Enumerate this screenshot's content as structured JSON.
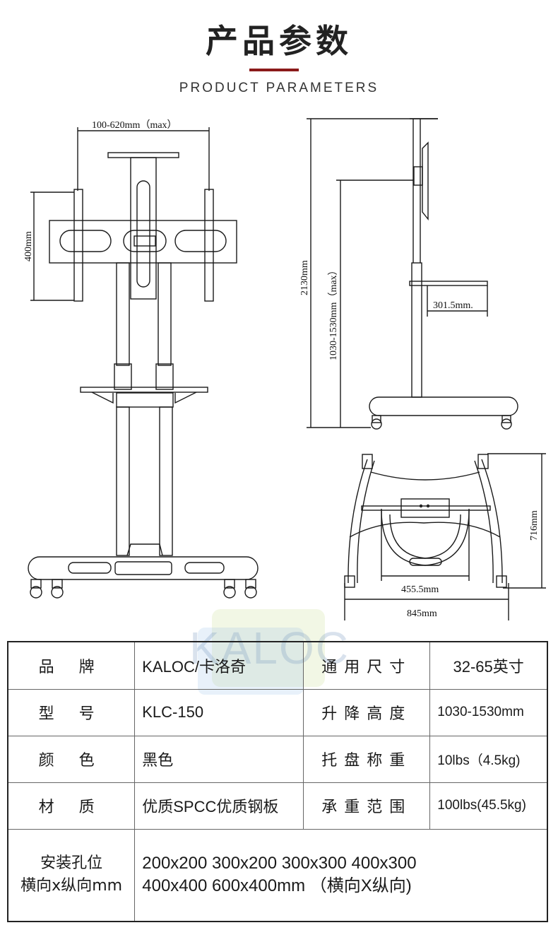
{
  "header": {
    "title": "产品参数",
    "subtitle": "PRODUCT PARAMETERS"
  },
  "drawing": {
    "front_width_dim": "100-620mm（max）",
    "front_height_dim": "400mm",
    "side_total_height": "2130mm",
    "side_lift_range": "1030-1530mm（max）",
    "side_shelf_depth": "301.5mm.",
    "top_depth": "716mm",
    "top_inner_width": "455.5mm",
    "top_outer_width": "845mm"
  },
  "watermark": "KALOC",
  "specs": {
    "rows": [
      {
        "label": "品 牌",
        "value": "KALOC/卡洛奇",
        "label2": "通用尺寸",
        "value2": "32-65英寸"
      },
      {
        "label": "型 号",
        "value": "KLC-150",
        "label2": "升降高度",
        "value2": "1030-1530mm"
      },
      {
        "label": "颜 色",
        "value": "黑色",
        "label2": "托盘称重",
        "value2": "10lbs（4.5kg)"
      },
      {
        "label": "材 质",
        "value": "优质SPCC优质钢板",
        "label2": "承重范围",
        "value2": "100lbs(45.5kg)"
      }
    ],
    "mount": {
      "label_line1": "安装孔位",
      "label_line2": "横向x纵向mm",
      "value_line1": "200x200 300x200 300x300 400x300",
      "value_line2": "400x400 600x400mm （横向X纵向)"
    }
  }
}
